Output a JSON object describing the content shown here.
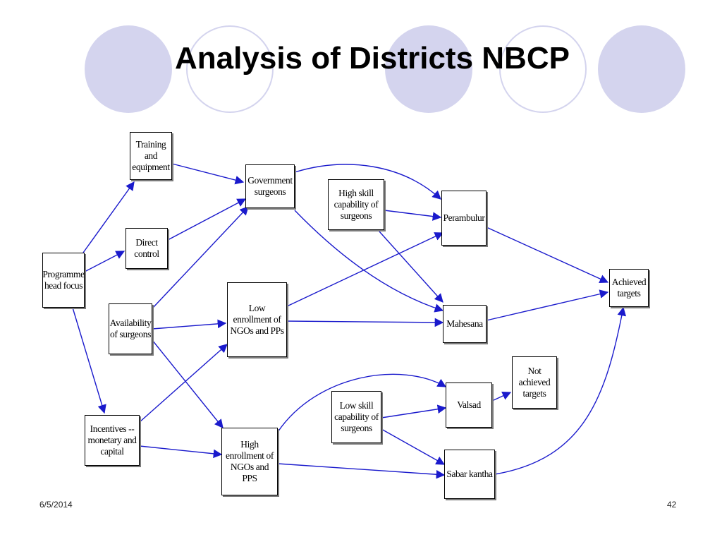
{
  "slide": {
    "title": "Analysis of Districts NBCP",
    "date": "6/5/2014",
    "page_number": "42"
  },
  "colors": {
    "arrow": "#1a1acc",
    "circle_fill": "#d4d4ee",
    "node_border": "#000000"
  },
  "nodes": {
    "training": "Training and equipment",
    "direct_control": "Direct control",
    "programme_head": "Programme head focus",
    "government_surgeons": "Government surgeons",
    "availability": "Availability of surgeons",
    "low_enrollment": "Low enrollment of NGOs and PPs",
    "incentives": "Incentives --monetary and capital",
    "high_enrollment": "High enrollment of NGOs and PPS",
    "high_skill": "High skill capability of surgeons",
    "low_skill": "Low skill capability of surgeons",
    "perambulur": "Perambulur",
    "mahesana": "Mahesana",
    "valsad": "Valsad",
    "sabar_kantha": "Sabar kantha",
    "achieved": "Achieved targets",
    "not_achieved": "Not achieved targets"
  }
}
